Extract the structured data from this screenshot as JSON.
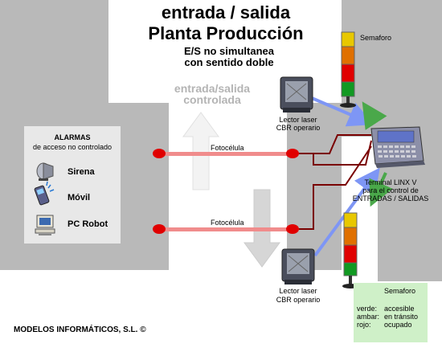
{
  "header": {
    "title_line1": "entrada / salida",
    "title_line2": "Planta Producción",
    "subtitle_line1": "E/S no simultanea",
    "subtitle_line2": "con sentido doble"
  },
  "flow_label": {
    "line1": "entrada/salida",
    "line2": "controlada"
  },
  "alarms": {
    "title_line1": "ALARMAS",
    "title_line2": "de acceso no controlado",
    "items": [
      {
        "label": "Sirena",
        "icon": "siren-icon"
      },
      {
        "label": "Móvil",
        "icon": "mobile-phone-icon"
      },
      {
        "label": "PC Robot",
        "icon": "pc-robot-icon"
      }
    ]
  },
  "photocells": [
    {
      "label": "Fotocélula"
    },
    {
      "label": "Fotocélula"
    }
  ],
  "readers": [
    {
      "line1": "Lector laser",
      "line2": "CBR operario"
    },
    {
      "line1": "Lector laser",
      "line2": "CBR operario"
    }
  ],
  "semaphore_top_label": "Semaforo",
  "terminal": {
    "line1": "Terminal LINX V",
    "line2": "para el control de",
    "line3": "ENTRADAS / SALIDAS"
  },
  "legend": {
    "title": "Semaforo",
    "rows": [
      {
        "key": "verde:",
        "value": "accesible"
      },
      {
        "key": "ambar:",
        "value": "en tránsito"
      },
      {
        "key": "rojo:",
        "value": "ocupado"
      }
    ]
  },
  "footer": {
    "company": "MODELOS INFORMÁTICOS, S.L. ©"
  },
  "colors": {
    "wall": "#b9b9b9",
    "panel": "#e8e8e8",
    "beam": "#f08c8c",
    "photocell": "#e00000",
    "cable": "#7a0000",
    "laser": "#7e96f5",
    "green_arrow": "#4aa84a",
    "legend_bg": "#cff0c8"
  }
}
